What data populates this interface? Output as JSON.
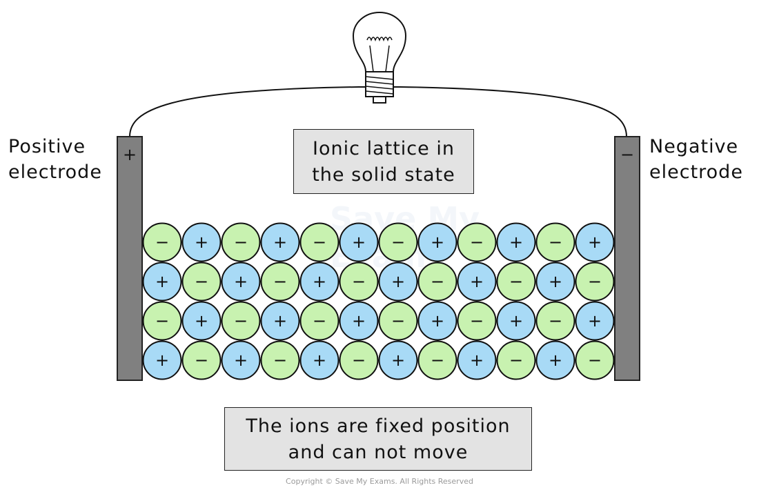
{
  "labels": {
    "positive_electrode": [
      "Positive",
      "electrode"
    ],
    "negative_electrode": [
      "Negative",
      "electrode"
    ],
    "lattice_caption": [
      "Ionic lattice in",
      "the solid state"
    ],
    "ions_caption": [
      "The ions are fixed position",
      "and can not move"
    ],
    "copyright": "Copyright © Save My Exams. All Rights Reserved",
    "watermark": [
      "Save My",
      "Exams"
    ]
  },
  "electrodes": {
    "positive_sign": "+",
    "negative_sign": "−"
  },
  "lattice": {
    "rows": [
      [
        "−",
        "+",
        "−",
        "+",
        "−",
        "+",
        "−",
        "+",
        "−",
        "+",
        "−",
        "+"
      ],
      [
        "+",
        "−",
        "+",
        "−",
        "+",
        "−",
        "+",
        "−",
        "+",
        "−",
        "+",
        "−"
      ],
      [
        "−",
        "+",
        "−",
        "+",
        "−",
        "+",
        "−",
        "+",
        "−",
        "+",
        "−",
        "+"
      ],
      [
        "+",
        "−",
        "+",
        "−",
        "+",
        "−",
        "+",
        "−",
        "+",
        "−",
        "+",
        "−"
      ]
    ]
  },
  "colors": {
    "cation": "#a8daf6",
    "anion": "#c8f2b0",
    "electrode": "#808080",
    "caption_bg": "#e3e3e3"
  },
  "icons": {
    "bulb": "light-bulb-icon"
  }
}
